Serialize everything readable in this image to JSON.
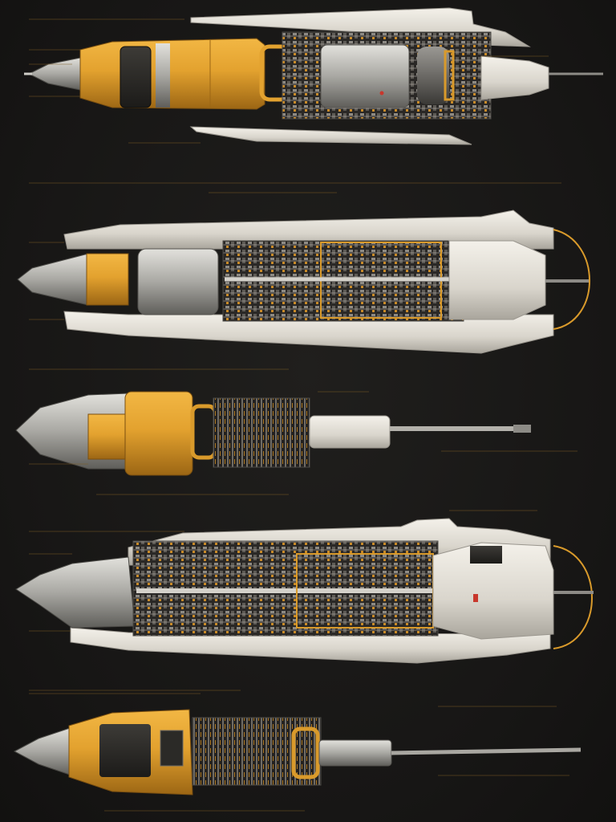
{
  "sheet": {
    "background": "#181716",
    "accent_color": "#d99a2b",
    "hull_color": "#e6e2da",
    "machinery_color": "#8c8a85",
    "label_color": "#b98a3a"
  },
  "ships": [
    {
      "variant": "cutaway-a-yellow-forward-hull"
    },
    {
      "variant": "cutaway-b-long-white-frame"
    },
    {
      "variant": "cutaway-c-compact-with-boom"
    },
    {
      "variant": "cutaway-d-long-white-frame-forward-module"
    },
    {
      "variant": "cutaway-e-yellow-hull-with-boom"
    }
  ]
}
